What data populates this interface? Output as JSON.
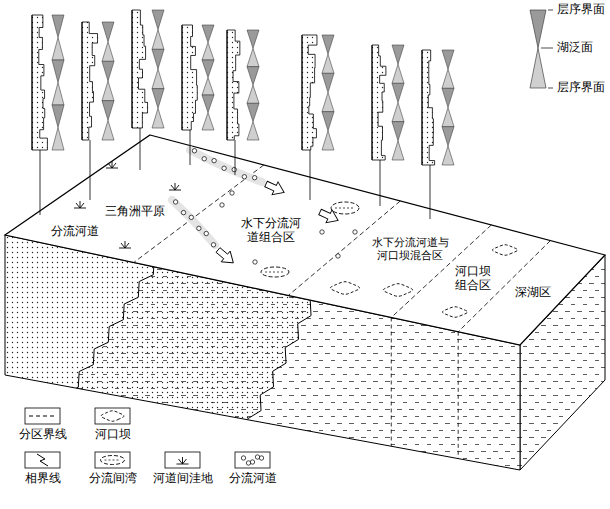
{
  "diagram": {
    "labels": [
      "三角洲平原",
      "分流河道",
      "水下分流河道组合区",
      "水下分流河道与河口坝混合区",
      "河口坝组合区",
      "深湖区"
    ],
    "legend": [
      {
        "text": "层序界面"
      },
      {
        "text": "湖泛面"
      },
      {
        "text": "层序界面"
      },
      {
        "text": "分区界线"
      },
      {
        "text": "河口坝"
      },
      {
        "text": "相界线"
      },
      {
        "text": "分流间湾"
      },
      {
        "text": "河道间洼地"
      },
      {
        "text": "分流河道"
      }
    ]
  }
}
